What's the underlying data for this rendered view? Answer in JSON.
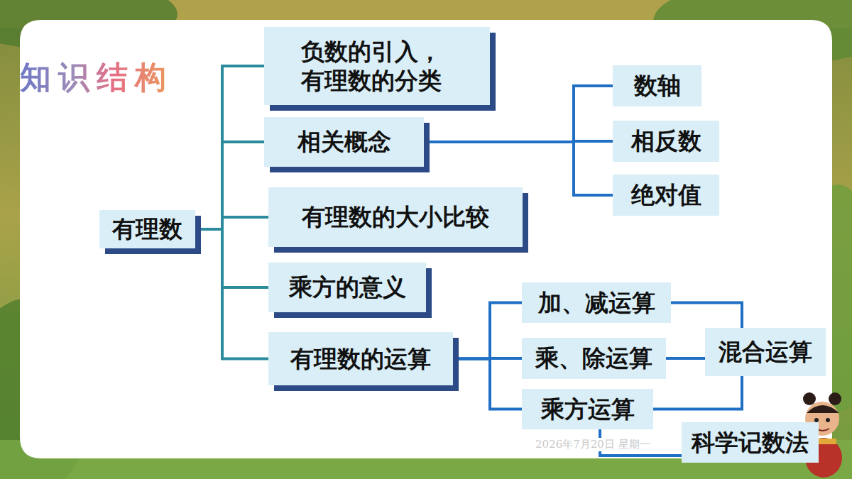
{
  "diagram": {
    "title": "知识结构",
    "nodes": [
      {
        "text": [
          "有理数"
        ]
      },
      {
        "text": [
          "负数的引入， 有理数的分类"
        ]
      },
      {
        "text": [
          "相关概念"
        ]
      },
      {
        "text": [
          "数轴"
        ]
      },
      {
        "text": [
          "相反数"
        ]
      },
      {
        "text": [
          "绝对值"
        ]
      },
      {
        "text": [
          "有理数的大小比较"
        ]
      },
      {
        "text": [
          "乘方的意义"
        ]
      },
      {
        "text": [
          "有理数的运算"
        ]
      },
      {
        "text": [
          "加、减运算"
        ]
      },
      {
        "text": [
          "乘、除运算"
        ]
      },
      {
        "text": [
          "乘方运算"
        ]
      },
      {
        "text": [
          "混合运算"
        ]
      },
      {
        "text": [
          "科学记数法"
        ]
      }
    ],
    "edges": [
      {
        "from": 0,
        "to": 1,
        "arrow": "none"
      },
      {
        "from": 0,
        "to": 2,
        "arrow": "none"
      },
      {
        "from": 0,
        "to": 6,
        "arrow": "none"
      },
      {
        "from": 0,
        "to": 7,
        "arrow": "none"
      },
      {
        "from": 0,
        "to": 8,
        "arrow": "none"
      },
      {
        "from": 2,
        "to": 3,
        "arrow": "none"
      },
      {
        "from": 2,
        "to": 4,
        "arrow": "none"
      },
      {
        "from": 2,
        "to": 5,
        "arrow": "none"
      },
      {
        "from": 8,
        "to": 9,
        "arrow": "none"
      },
      {
        "from": 8,
        "to": 10,
        "arrow": "none"
      },
      {
        "from": 8,
        "to": 11,
        "arrow": "none"
      },
      {
        "from": 9,
        "to": 12,
        "arrow": "none"
      },
      {
        "from": 10,
        "to": 12,
        "arrow": "none"
      },
      {
        "from": 11,
        "to": 12,
        "arrow": "none"
      },
      {
        "from": 11,
        "to": 13,
        "arrow": "none"
      }
    ],
    "labels": [
      "2026年7月20日 星期一"
    ]
  }
}
